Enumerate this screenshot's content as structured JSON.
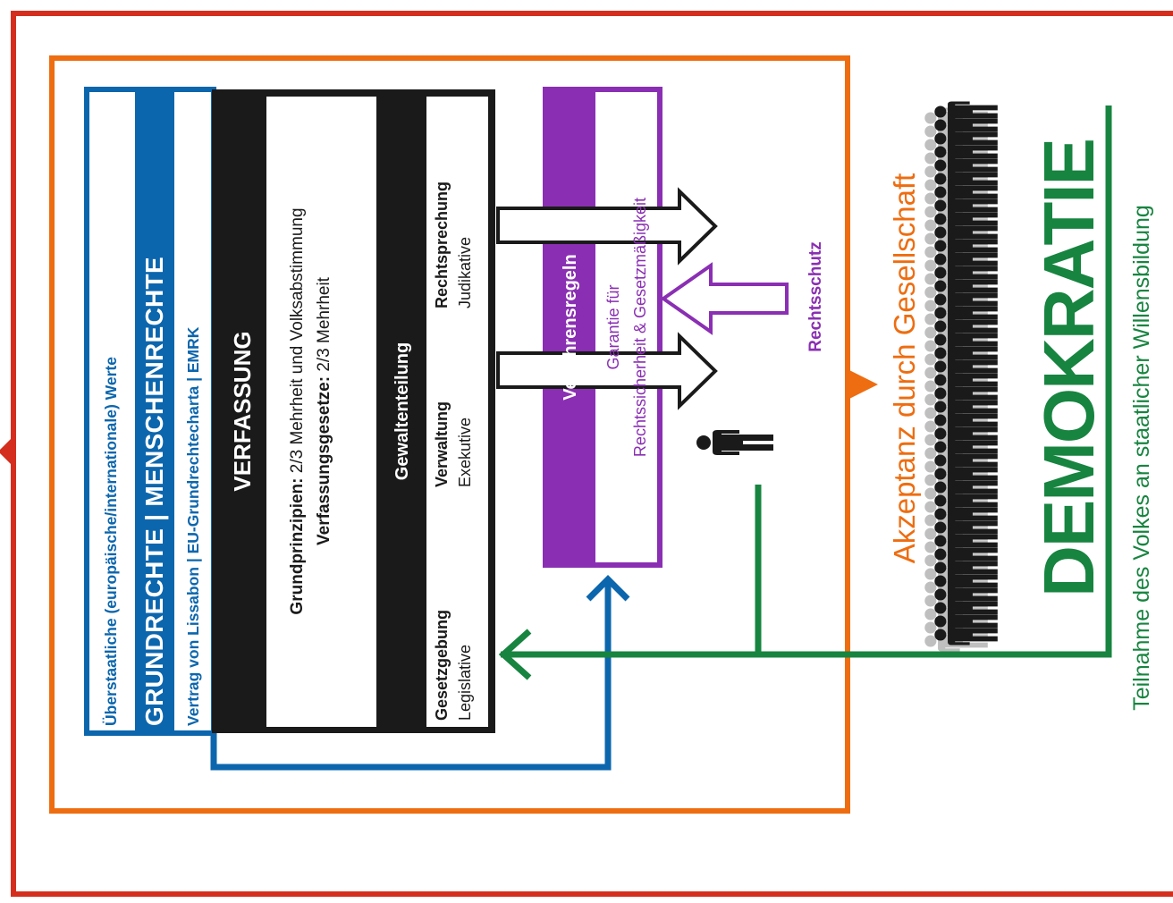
{
  "colors": {
    "red": "#d42f1e",
    "orange": "#ee6d10",
    "blue": "#0c66ad",
    "black": "#1a1a1a",
    "purple": "#8a2fb3",
    "green": "#178440"
  },
  "rights": {
    "values_line": "Überstaatliche (europäische/internationale) Werte",
    "title": "GRUNDRECHTE | MENSCHENRECHTE",
    "treaties": "Vertrag von Lissabon | EU-Grundrechtecharta | EMRK"
  },
  "constitution": {
    "title": "VERFASSUNG",
    "principles_label": "Grundprinzipien:",
    "principles_text": " 2/3 Mehrheit und Volksabstimmung",
    "laws_label": "Verfassungsgesetze:",
    "laws_text": " 2/3 Mehrheit",
    "separation_title": "Gewaltenteilung",
    "powers": [
      {
        "name": "Gesetzgebung",
        "sub": "Legislative"
      },
      {
        "name": "Verwaltung",
        "sub": "Exekutive"
      },
      {
        "name": "Rechtsprechung",
        "sub": "Judikative"
      }
    ]
  },
  "procedure": {
    "title": "Verfahrensregeln",
    "guarantee_line1": "Garantie für",
    "guarantee_line2": "Rechtssicherheit & Gesetzmäßigkeit"
  },
  "legal_protection": "Rechtsschutz",
  "acceptance": "Akzeptanz durch Gesellschaft",
  "democracy": "DEMOKRATIE",
  "participation": "Teilnahme des Volkes an staatlicher Willensbildung"
}
